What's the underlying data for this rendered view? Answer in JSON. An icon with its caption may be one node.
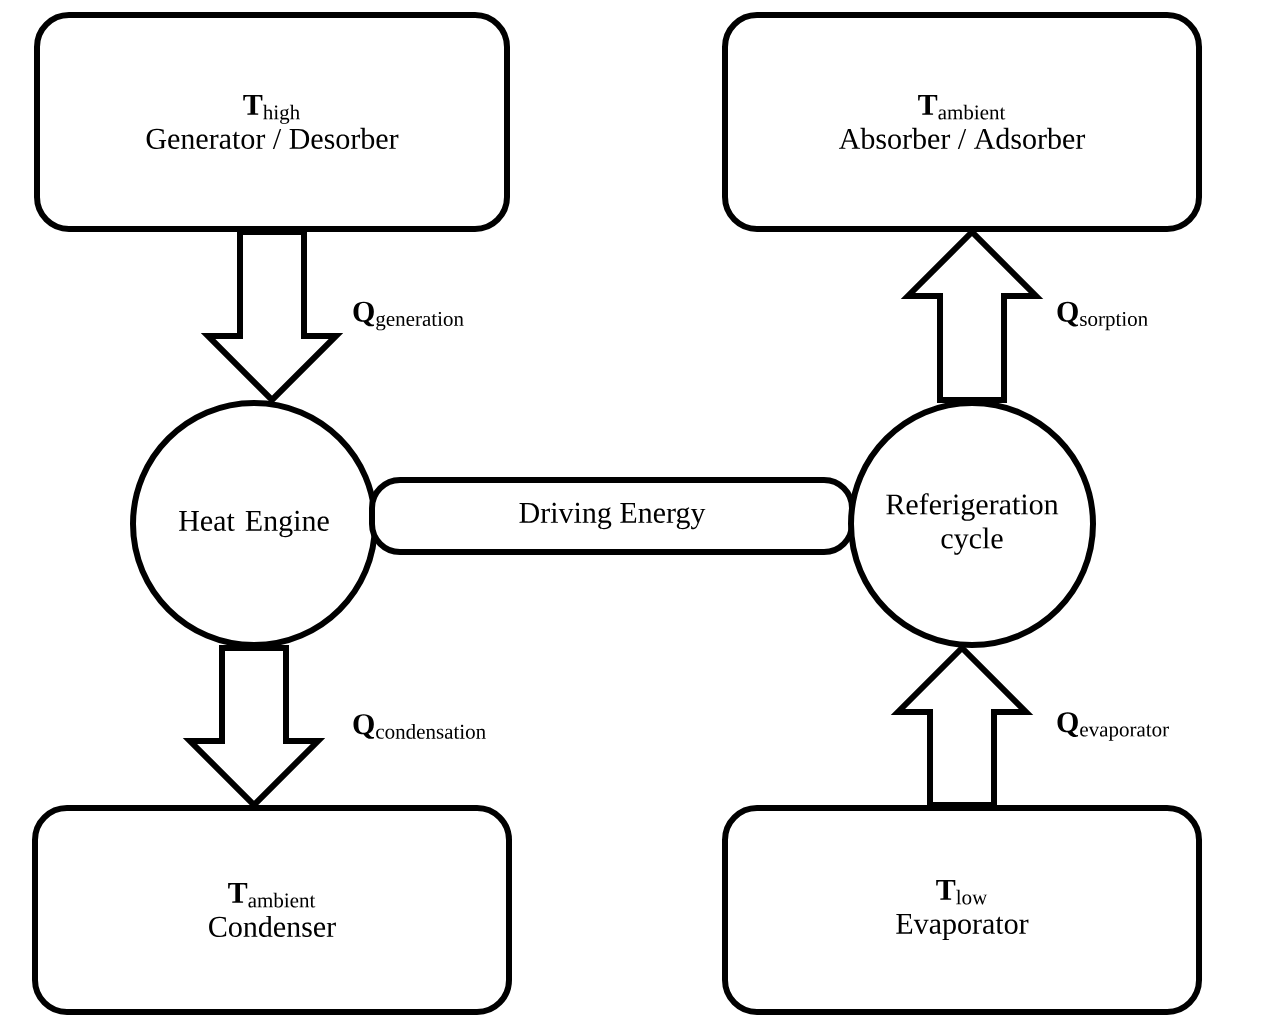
{
  "diagram": {
    "nodes": [
      {
        "text": [
          "\\mathbf{T}_{\\mathrm{high}}",
          "Generator / Desorber"
        ]
      },
      {
        "text": [
          "\\mathbf{T}_{\\mathrm{ambient}}",
          "Absorber / Adsorber"
        ]
      },
      {
        "text": [
          "Heat Engine"
        ]
      },
      {
        "text": [
          "Driving Energy"
        ]
      },
      {
        "text": [
          "Referigeration cycle"
        ]
      },
      {
        "text": [
          "\\mathbf{T}_{\\mathrm{ambient}}",
          "Condenser"
        ]
      },
      {
        "text": [
          "\\mathbf{T}_{\\mathrm{low}}",
          "Evaporator"
        ]
      }
    ],
    "edges": [
      {
        "from": 0,
        "to": 2,
        "arrow": "to",
        "label": "\\mathbf{Q}_{\\mathrm{generation}}"
      },
      {
        "from": 4,
        "to": 1,
        "arrow": "to",
        "label": "\\mathbf{Q}_{\\mathrm{sorption}}"
      },
      {
        "from": 2,
        "to": 5,
        "arrow": "to",
        "label": "\\mathbf{Q}_{\\mathrm{condensation}}"
      },
      {
        "from": 6,
        "to": 4,
        "arrow": "to",
        "label": "\\mathbf{Q}_{\\mathrm{evaporator}}"
      }
    ]
  }
}
